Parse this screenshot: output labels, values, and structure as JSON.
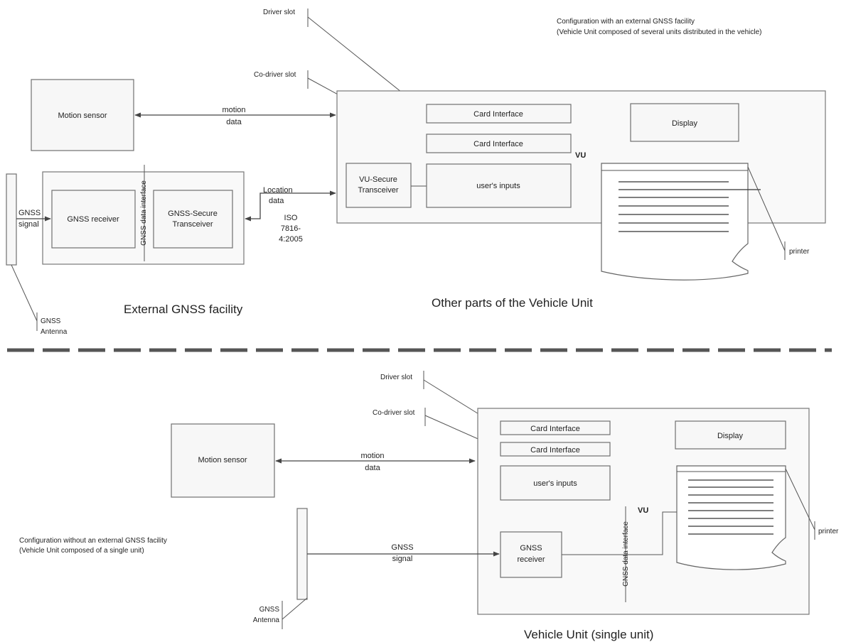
{
  "top": {
    "caption_line1": "Configuration with an external GNSS facility",
    "caption_line2": "(Vehicle Unit composed of several units distributed in the vehicle)",
    "driver_slot": "Driver slot",
    "codriver_slot": "Co-driver slot",
    "motion_sensor": "Motion sensor",
    "motion_data_line1": "motion",
    "motion_data_line2": "data",
    "card_interface_1": "Card Interface",
    "card_interface_2": "Card Interface",
    "display": "Display",
    "vu": "VU",
    "vu_secure_line1": "VU-Secure",
    "vu_secure_line2": "Transceiver",
    "users_inputs": "user's inputs",
    "location_data_line1": "Location",
    "location_data_line2": "data",
    "iso_line1": "ISO",
    "iso_line2": "7816-",
    "iso_line3": "4:2005",
    "gnss_signal_line1": "GNSS",
    "gnss_signal_line2": "signal",
    "gnss_receiver": "GNSS receiver",
    "gnss_data_interface": "GNSS data interface",
    "gnss_secure_line1": "GNSS-Secure",
    "gnss_secure_line2": "Transceiver",
    "gnss_antenna_line1": "GNSS",
    "gnss_antenna_line2": "Antenna",
    "printer": "printer",
    "external_label": "External GNSS facility",
    "other_parts_label": "Other parts of the Vehicle Unit"
  },
  "bottom": {
    "caption_line1": "Configuration without an external GNSS facility",
    "caption_line2": "(Vehicle Unit composed of a single unit)",
    "driver_slot": "Driver slot",
    "codriver_slot": "Co-driver slot",
    "motion_sensor": "Motion sensor",
    "motion_data_line1": "motion",
    "motion_data_line2": "data",
    "card_interface_1": "Card Interface",
    "card_interface_2": "Card Interface",
    "display": "Display",
    "users_inputs": "user's inputs",
    "vu": "VU",
    "gnss_signal_line1": "GNSS",
    "gnss_signal_line2": "signal",
    "gnss_receiver_line1": "GNSS",
    "gnss_receiver_line2": "receiver",
    "gnss_data_interface": "GNSS data interface",
    "gnss_antenna_line1": "GNSS",
    "gnss_antenna_line2": "Antenna",
    "printer": "printer",
    "vehicle_unit_label": "Vehicle Unit (single unit)"
  }
}
